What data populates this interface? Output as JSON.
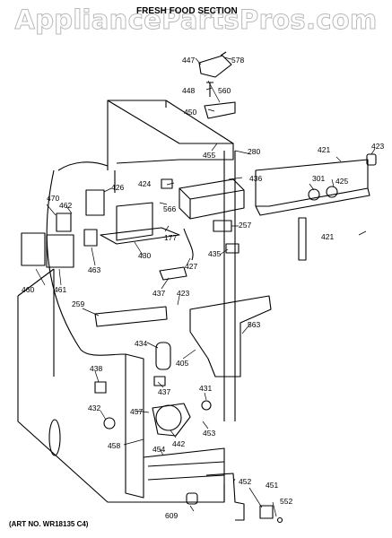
{
  "watermark": "AppliancePartsPros.com",
  "title": "FRESH FOOD SECTION",
  "art_number": "(ART NO. WR18135 C4)",
  "callouts": [
    "447",
    "578",
    "448",
    "560",
    "450",
    "280",
    "455",
    "421",
    "423",
    "436",
    "424",
    "301",
    "425",
    "470",
    "426",
    "462",
    "566",
    "177",
    "257",
    "427",
    "435",
    "421",
    "460",
    "461",
    "463",
    "430",
    "437",
    "423",
    "259",
    "563",
    "434",
    "405",
    "438",
    "437",
    "431",
    "432",
    "457",
    "442",
    "453",
    "458",
    "454",
    "452",
    "451",
    "552",
    "609"
  ]
}
